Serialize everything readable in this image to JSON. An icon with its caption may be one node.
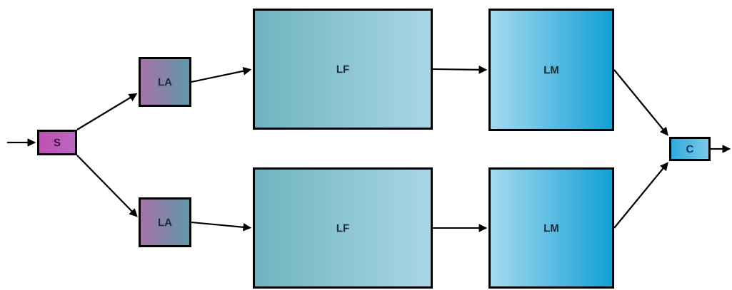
{
  "diagram": {
    "nodes": [
      {
        "text": [
          "S"
        ]
      },
      {
        "text": [
          "LA"
        ]
      },
      {
        "text": [
          "LF"
        ]
      },
      {
        "text": [
          "LM"
        ]
      },
      {
        "text": [
          "LA"
        ]
      },
      {
        "text": [
          "LF"
        ]
      },
      {
        "text": [
          "LM"
        ]
      },
      {
        "text": [
          "C"
        ]
      }
    ],
    "edges": [
      {
        "from": null,
        "to": 0,
        "arrow": "to"
      },
      {
        "from": 0,
        "to": 1,
        "arrow": "to"
      },
      {
        "from": 0,
        "to": 4,
        "arrow": "to"
      },
      {
        "from": 1,
        "to": 2,
        "arrow": "to"
      },
      {
        "from": 2,
        "to": 3,
        "arrow": "to"
      },
      {
        "from": 4,
        "to": 5,
        "arrow": "to"
      },
      {
        "from": 5,
        "to": 6,
        "arrow": "to"
      },
      {
        "from": 3,
        "to": 7,
        "arrow": "to"
      },
      {
        "from": 6,
        "to": 7,
        "arrow": "to"
      },
      {
        "from": 7,
        "to": null,
        "arrow": "to"
      }
    ]
  }
}
